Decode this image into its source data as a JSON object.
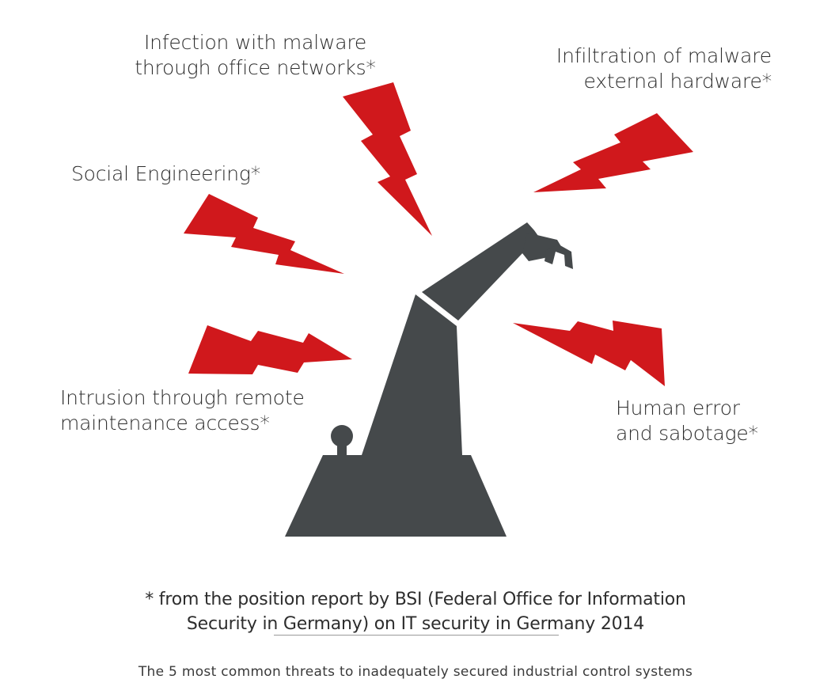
{
  "threats": {
    "malware_office": {
      "line1": "Infection with malware",
      "line2": "through office networks*"
    },
    "malware_hardware": {
      "line1": "Infiltration of malware",
      "line2": "external hardware*"
    },
    "social_engineering": {
      "line1": "Social Engineering*"
    },
    "remote_maintenance": {
      "line1": "Intrusion through remote",
      "line2": "maintenance access*"
    },
    "human_error": {
      "line1": "Human error",
      "line2": "and sabotage*"
    }
  },
  "footnote": {
    "line1": "* from the position report by BSI (Federal Office for Information",
    "line2": "Security in Germany) on IT security in Germany 2014"
  },
  "caption": "The 5 most common threats to inadequately secured industrial control systems",
  "colors": {
    "lightning": "#d0181c",
    "robot": "#45494b",
    "text": "#2d2d2d"
  },
  "icons": [
    "lightning-bolt-icon",
    "industrial-robot-arm-icon"
  ]
}
